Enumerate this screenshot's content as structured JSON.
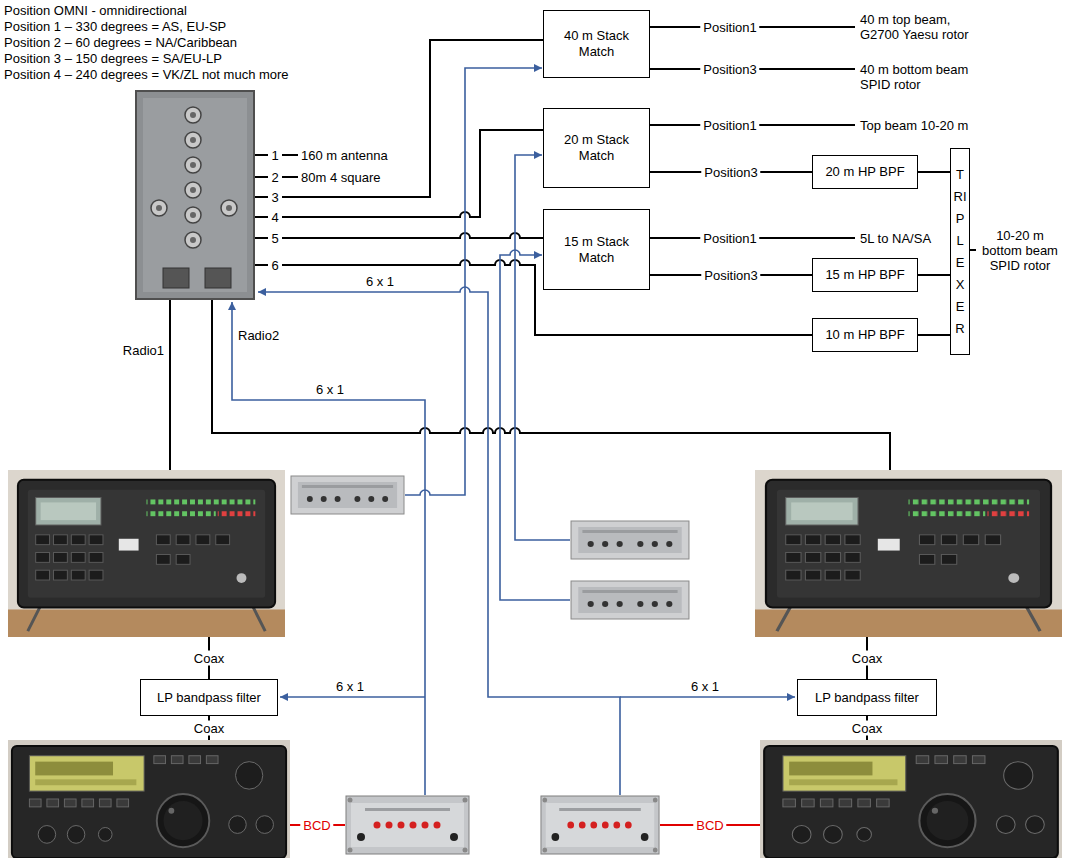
{
  "diagram": {
    "nodes": [
      {
        "text": [
          "40 m Stack Match"
        ]
      },
      {
        "text": [
          "20 m Stack Match"
        ]
      },
      {
        "text": [
          "15 m Stack Match"
        ]
      },
      {
        "text": [
          "20 m HP BPF"
        ]
      },
      {
        "text": [
          "15 m HP BPF"
        ]
      },
      {
        "text": [
          "10 m HP BPF"
        ]
      },
      {
        "text": [
          "TRIPLEXER"
        ]
      },
      {
        "text": [
          "LP bandpass filter"
        ]
      },
      {
        "text": [
          "LP bandpass filter"
        ]
      }
    ],
    "edges": [
      {
        "from": 1,
        "to": 3,
        "label": "Position3",
        "arrow": "none"
      },
      {
        "from": 2,
        "to": 4,
        "label": "Position3",
        "arrow": "none"
      },
      {
        "from": 3,
        "to": 6,
        "arrow": "none"
      },
      {
        "from": 4,
        "to": 6,
        "arrow": "none"
      },
      {
        "from": 5,
        "to": 6,
        "arrow": "none"
      }
    ],
    "labels": [
      "Position OMNI - omnidirectional",
      "Position 1 – 330 degrees = AS, EU-SP",
      "Position 2 – 60 degrees = NA/Caribbean",
      "Position 3 – 150 degrees = SA/EU-LP",
      "Position 4 – 240 degrees = VK/ZL not much more",
      "Position1",
      "40 m top beam, G2700 Yaesu rotor",
      "Position3",
      "40 m bottom beam SPID rotor",
      "Position1",
      "Top beam 10-20 m",
      "1",
      "160 m antenna",
      "2",
      "80m 4 square",
      "3",
      "4",
      "Position1",
      "5L to NA/SA",
      "5",
      "6",
      "10-20 m bottom beam SPID rotor",
      "6 x 1",
      "Radio2",
      "Radio1",
      "6 x 1",
      "Coax",
      "Coax",
      "6 x 1",
      "6 x 1",
      "Coax",
      "Coax",
      "BCD",
      "BCD"
    ]
  }
}
